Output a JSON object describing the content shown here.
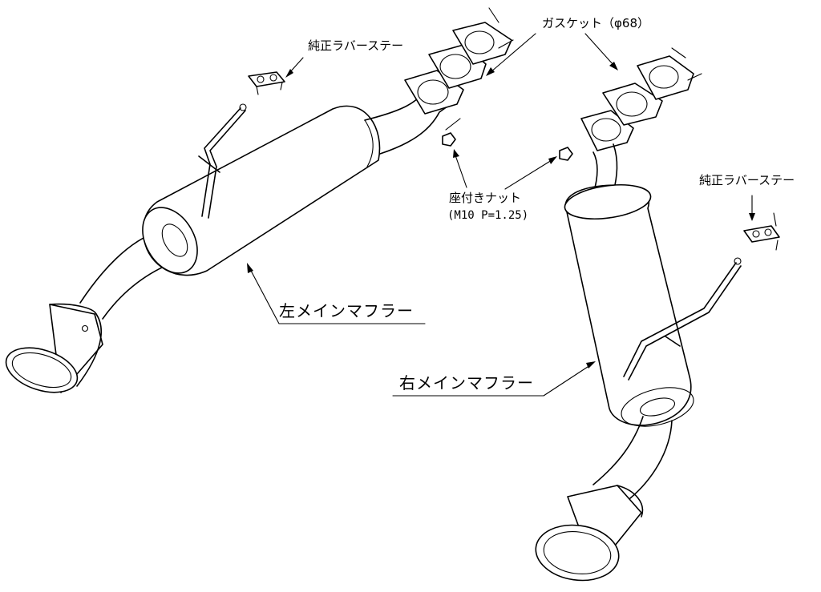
{
  "labels": {
    "rubber_stay_left": "純正ラバーステー",
    "rubber_stay_right": "純正ラバーステー",
    "gasket": "ガスケット（φ68）",
    "flange_nut": "座付きナット",
    "flange_nut_spec": "(M10 P=1.25)",
    "left_main_muffler": "左メインマフラー",
    "right_main_muffler": "右メインマフラー"
  },
  "colors": {
    "line": "#000000",
    "background": "#ffffff"
  }
}
